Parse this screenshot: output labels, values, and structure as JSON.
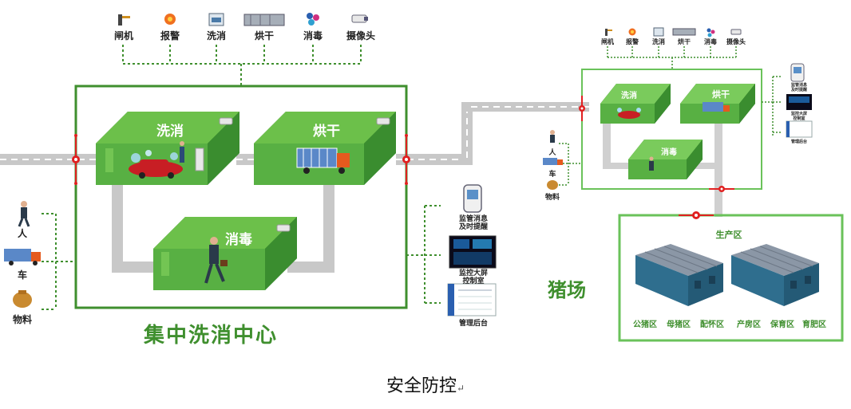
{
  "center": {
    "title": "集中洗消中心",
    "devices": [
      "闸机",
      "报警",
      "洗消",
      "烘干",
      "消毒",
      "摄像头"
    ],
    "rooms": {
      "wash": "洗消",
      "dry": "烘干",
      "disinfect": "消毒"
    },
    "inputs": [
      "人",
      "车",
      "物料"
    ],
    "monitor": [
      "监管消息\n及时提醒",
      "监控大屏\n控制室",
      "管理后台"
    ]
  },
  "farm": {
    "title": "猪场",
    "devices": [
      "闸机",
      "报警",
      "洗消",
      "烘干",
      "消毒",
      "摄像头"
    ],
    "rooms": {
      "wash": "洗消",
      "dry": "烘干",
      "disinfect": "消毒"
    },
    "inputs": [
      "人",
      "车",
      "物料"
    ],
    "monitor": [
      "监管消息\n及时提醒",
      "监控大屏\n控制室",
      "管理后台"
    ],
    "production": {
      "title": "生产区",
      "zones": [
        "公猪区",
        "母猪区",
        "配怀区",
        "产房区",
        "保育区",
        "育肥区"
      ]
    }
  },
  "caption": {
    "text": "安全防控",
    "mark": "↵"
  },
  "colors": {
    "green": "#3f8f2e",
    "room": "#58b043",
    "room_dark": "#2f7d28",
    "road": "#c8c8c8",
    "barn": "#2f6e8e"
  }
}
